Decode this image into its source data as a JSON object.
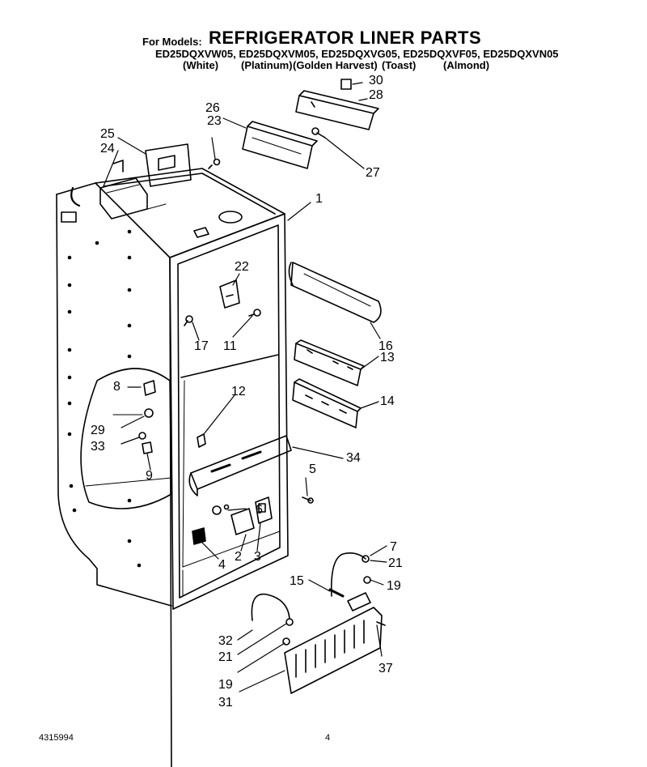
{
  "header": {
    "for_models": "For Models:",
    "title": "REFRIGERATOR LINER PARTS",
    "model_list": "ED25DQXVW05, ED25DQXVM05, ED25DQXVG05, ED25DQXVF05, ED25DQXVN05",
    "colors": [
      "(White)",
      "(Platinum)",
      "(Golden Harvest)",
      "(Toast)",
      "(Almond)"
    ]
  },
  "callouts": [
    "1",
    "2",
    "3",
    "4",
    "5",
    "6",
    "7",
    "8",
    "9",
    "11",
    "12",
    "13",
    "14",
    "15",
    "16",
    "17",
    "19",
    "19",
    "21",
    "21",
    "22",
    "23",
    "24",
    "25",
    "26",
    "27",
    "28",
    "29",
    "30",
    "31",
    "32",
    "33",
    "34",
    "37"
  ],
  "footer": {
    "doc_number": "4315994",
    "page": "4"
  }
}
